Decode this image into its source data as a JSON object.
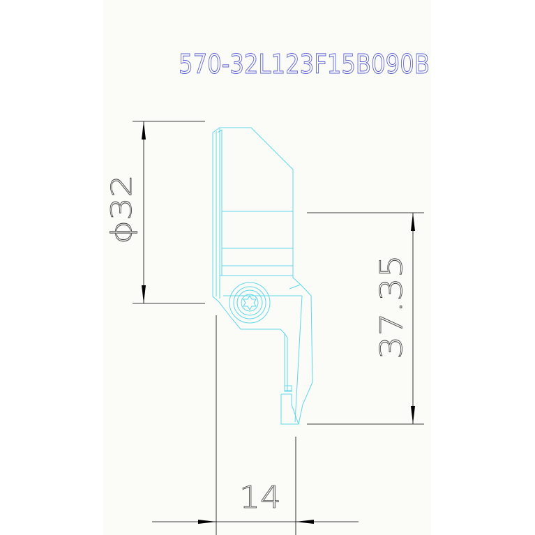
{
  "drawing": {
    "part_number": "570-32L123F15B090B",
    "dimensions": {
      "diameter": "ϕ32",
      "height": "37.35",
      "width": "14"
    }
  },
  "colors": {
    "part_outline": "#5fd7ea",
    "title_text": "#5b5fd6",
    "dimension_lines": "#000000",
    "sheet_background": "#fbfcf8"
  }
}
